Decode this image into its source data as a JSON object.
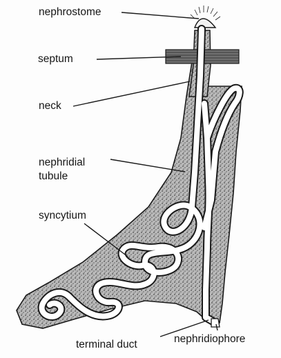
{
  "labels": {
    "nephrostome": "nephrostome",
    "septum": "septum",
    "neck": "neck",
    "nephridial_tubule_line1": "nephridial",
    "nephridial_tubule_line2": "tubule",
    "syncytium": "syncytium",
    "terminal_duct": "terminal duct",
    "nephridiophore": "nephridiophore"
  },
  "colors": {
    "ink": "#1a1a1a",
    "body_fill": "#a8a8a8",
    "tubule_fill": "#ffffff",
    "septum_fill": "#6f6f6f"
  }
}
